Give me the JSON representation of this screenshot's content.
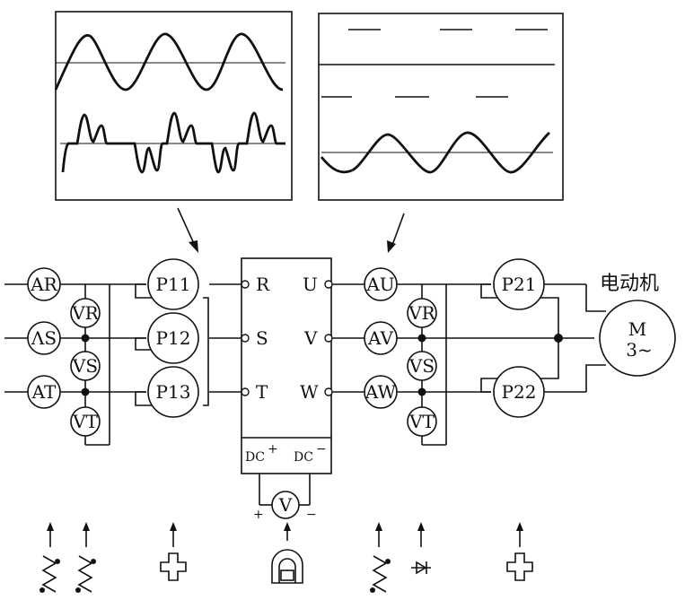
{
  "inverter": {
    "inputs": [
      "R",
      "S",
      "T"
    ],
    "outputs": [
      "U",
      "V",
      "W"
    ],
    "dc_pos": "DC",
    "dc_neg": "DC",
    "plus": "+",
    "minus": "−"
  },
  "input_side": {
    "ammeters": [
      "AR",
      "ΛS",
      "AT"
    ],
    "voltmeters": [
      "VR",
      "VS",
      "VT"
    ],
    "wattmeters": [
      "P11",
      "P12",
      "P13"
    ]
  },
  "output_side": {
    "ammeters": [
      "AU",
      "AV",
      "AW"
    ],
    "voltmeters": [
      "VR",
      "VS",
      "VT"
    ],
    "wattmeters": [
      "P21",
      "P22"
    ]
  },
  "dc_meter": {
    "label": "V",
    "plus": "+",
    "minus": "−"
  },
  "motor": {
    "title": "电动机",
    "line1": "M",
    "line2": "3~"
  }
}
